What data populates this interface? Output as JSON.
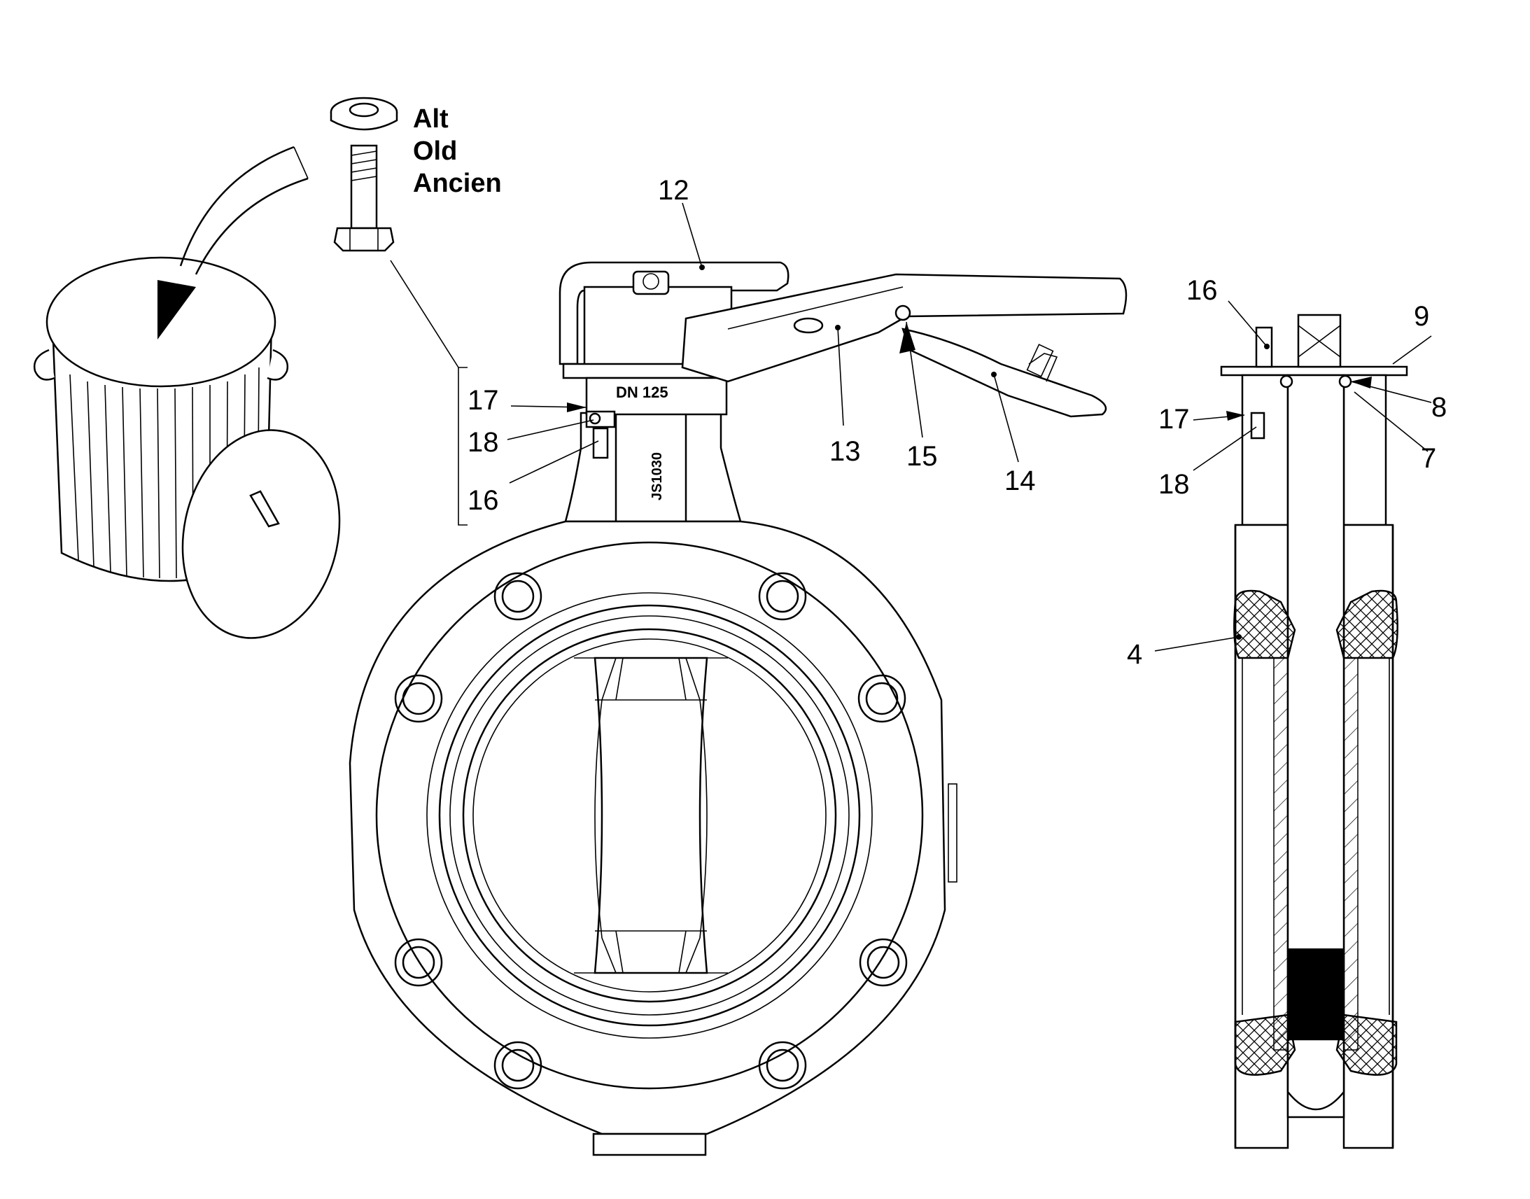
{
  "notes": {
    "old_part_label": [
      "Alt",
      "Old",
      "Ancien"
    ]
  },
  "markings": {
    "size_band": "DN 125",
    "neck_code": "JS1030"
  },
  "callouts": {
    "c12": "12",
    "c13": "13",
    "c14": "14",
    "c15": "15",
    "c17_front": "17",
    "c18_front": "18",
    "c16_front": "16",
    "c16_side": "16",
    "c9": "9",
    "c8": "8",
    "c7": "7",
    "c17_side": "17",
    "c18_side": "18",
    "c4": "4"
  },
  "colors": {
    "line": "#000000",
    "background": "#ffffff"
  },
  "icons": [
    "trash-bin-icon",
    "bolt-icon",
    "washer-icon"
  ]
}
